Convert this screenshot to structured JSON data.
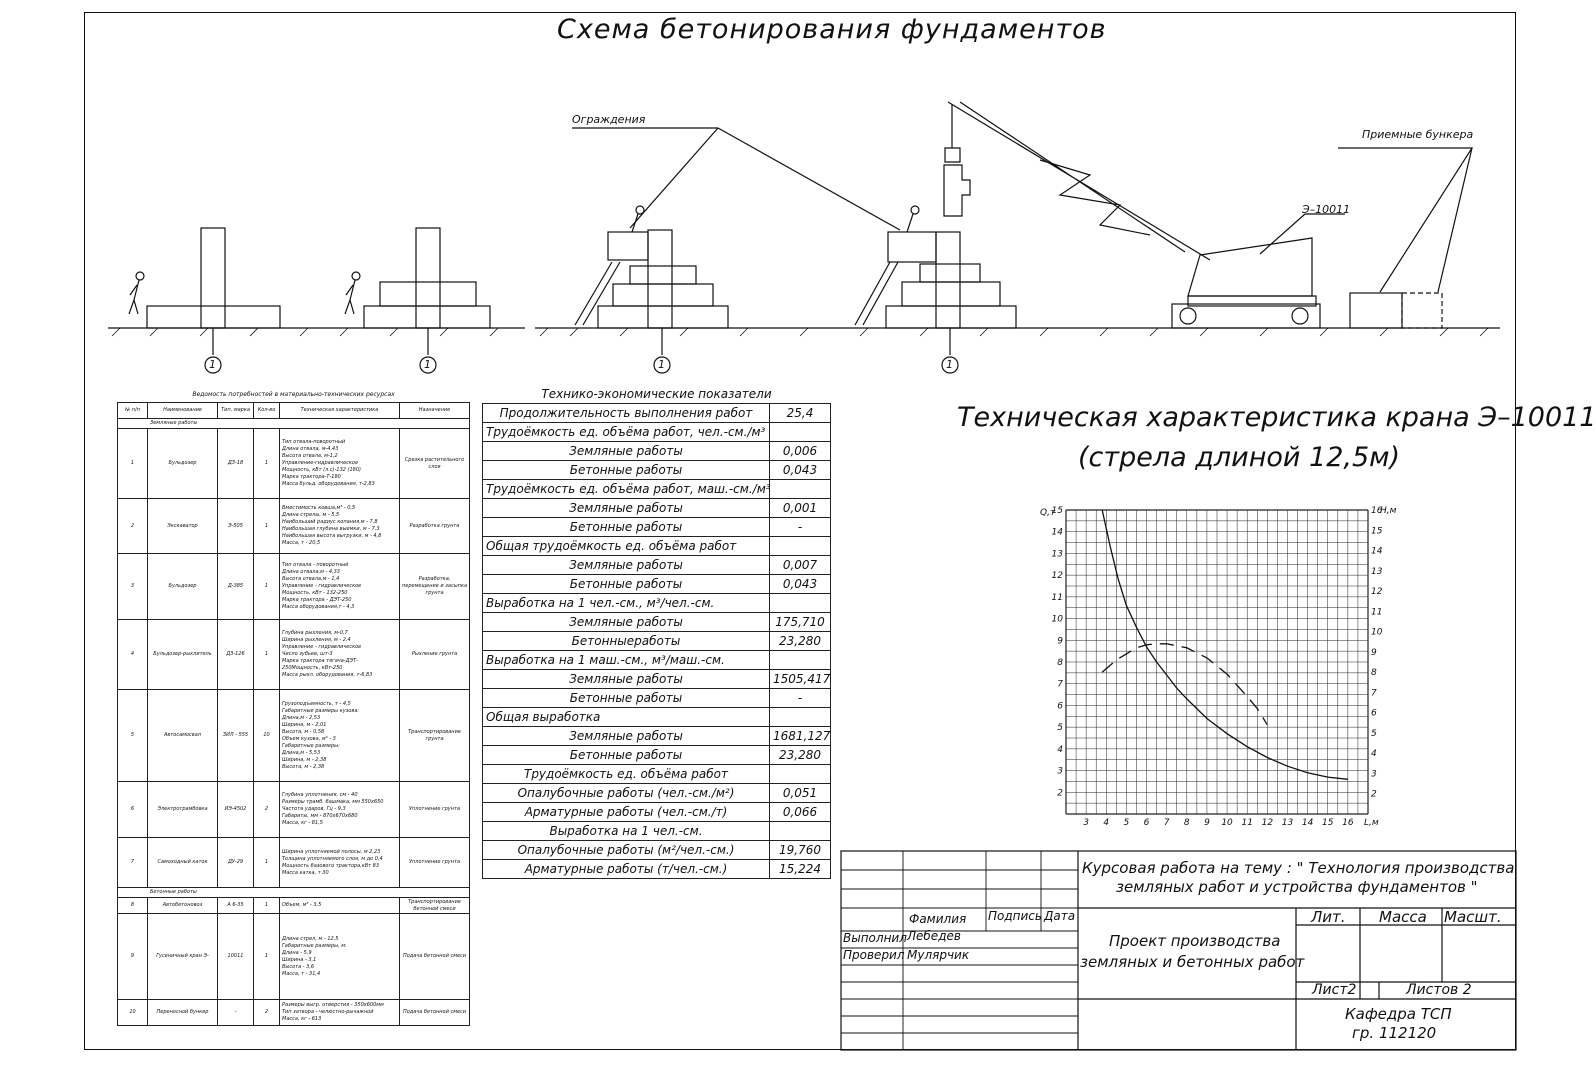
{
  "drawing": {
    "title": "Схема бетонирования фундаментов",
    "labels": {
      "fence": "Ограждения",
      "bunkers": "Приемные бункера",
      "excavator": "Э–10011"
    },
    "section_marks": [
      "1",
      "1",
      "1",
      "1"
    ]
  },
  "resources_table": {
    "caption": "Ведомость потребностей в материально-технических ресурсах",
    "headers": [
      "№ п/п",
      "Наименование",
      "Тип, марка",
      "Кол-во",
      "Техническая характеристика",
      "Назначение"
    ],
    "section_earth": "Земляные работы",
    "section_concrete": "Бетонные работы",
    "rows": [
      {
        "n": "1",
        "name": "Бульдозер",
        "type": "ДЗ-18",
        "qty": "1",
        "spec": [
          "Тип отвала-поворотный",
          "Длина отвала, м-4,43",
          "Высота отвала, м-1,2",
          "Управление-гидравлическое",
          "Мощность, кВт (л.с)-132 (180)",
          "Марка трактора-Т-180",
          "Масса бульд. оборудования, т-2,83"
        ],
        "purpose": "Срезка растительного слоя"
      },
      {
        "n": "2",
        "name": "Экскаватор",
        "type": "Э-505",
        "qty": "1",
        "spec": [
          "Вместимость ковша,м³ - 0,5",
          "Длина стрелы, м - 5,5",
          "Наибольший радиус копания,м - 7,8",
          "Наибольшая глубина выемки, м - 7,3",
          "Наибольшая высота выгрузки, м - 4,8",
          "Масса, т - 20,5"
        ],
        "purpose": "Разработка грунта"
      },
      {
        "n": "3",
        "name": "Бульдозер",
        "type": "Д-385",
        "qty": "1",
        "spec": [
          "Тип отвала - поворотный",
          "Длина отвала,м - 4,33",
          "Высота отвала,м - 1,4",
          "Управление - гидравлическое",
          "Мощность, кВт - 132-250",
          "Марка трактора - ДЭТ-250",
          "Масса оборудования,т - 4,3"
        ],
        "purpose": "Разработка, перемещение и засыпка грунта"
      },
      {
        "n": "4",
        "name": "Бульдозер-рыхлитель",
        "type": "ДЗ-126",
        "qty": "1",
        "spec": [
          "Глубина рыхления, м-0,7",
          "Ширина рыхления, м - 2,4",
          "Управление - гидравлическое",
          "Число зубьев, шт-3",
          "Марка трактора тягача-ДЭТ-",
          "250Мощность, кВт-250",
          "Масса рыхл. оборудования, т-6,83"
        ],
        "purpose": "Рыхление грунта"
      },
      {
        "n": "5",
        "name": "Автосамосвал",
        "type": "ЗИЛ - 555",
        "qty": "10",
        "spec": [
          "Грузоподъемность, т - 4,5",
          "Габаритные размеры кузова:",
          "Длина,м - 2,53",
          "Ширина, м - 2,01",
          "Высота, м - 0,58",
          "Объем кузова, м³ - 3",
          "Габаритные размеры:",
          "Длина,м - 5,53",
          "Ширина, м - 2,38",
          "Высота, м - 2,38"
        ],
        "purpose": "Транспортирование грунта"
      },
      {
        "n": "6",
        "name": "Электротрамбовка",
        "type": "ИЭ-4502",
        "qty": "2",
        "spec": [
          "Глубина уплотнения, см - 40",
          "Размеры трамб. башмака, мм 550х650",
          "Частота ударов, Гц - 9,3",
          "Габариты, мм - 870х670х680",
          "Масса, кг - 81,5"
        ],
        "purpose": "Уплотнение грунта"
      },
      {
        "n": "7",
        "name": "Самоходный каток",
        "type": "ДУ-29",
        "qty": "1",
        "spec": [
          "Ширина уплотняемой полосы, м 2,23",
          "Толщина уплотняемого слоя, м до 0,4",
          "Мощность базового трактора,кВт 83",
          "Масса катка, т 30"
        ],
        "purpose": "Уплотнение грунта"
      },
      {
        "n": "8",
        "name": "Автобетоновоз",
        "type": "А 6-35",
        "qty": "1",
        "spec": [
          "Объем, м³ - 3,5"
        ],
        "purpose": "Транспортирование бетонной смеси"
      },
      {
        "n": "9",
        "name": "Гусеничный кран Э-",
        "type": "10011",
        "qty": "1",
        "spec": [
          "Длина стрел, м - 12,5",
          "Габаритные размеры, м:",
          "Длина - 5,9",
          "Ширина - 3,1",
          "Высота - 3,6",
          "Масса, т - 31,4"
        ],
        "purpose": "Подача бетонной смеси"
      },
      {
        "n": "10",
        "name": "Переносной бункер",
        "type": "-",
        "qty": "2",
        "spec": [
          "Размеры выгр. отверстия - 350х600мм",
          "Тип затвора - челюстно-рычажной",
          "Масса, кг - 613"
        ],
        "purpose": "Подача бетонной смеси"
      }
    ]
  },
  "tep_table": {
    "title": "Технико-экономические показатели",
    "rows": [
      {
        "label": "Продолжительность выполнения работ",
        "value": "25,4",
        "style": "ind"
      },
      {
        "label": "Трудоёмкость ед. объёма работ, чел.-см./м³",
        "value": "",
        "style": "left"
      },
      {
        "label": "Земляные работы",
        "value": "0,006",
        "style": "ind"
      },
      {
        "label": "Бетонные работы",
        "value": "0,043",
        "style": "ind"
      },
      {
        "label": "Трудоёмкость ед. объёма работ, маш.-см./м³",
        "value": "",
        "style": "left"
      },
      {
        "label": "Земляные работы",
        "value": "0,001",
        "style": "ind"
      },
      {
        "label": "Бетонные работы",
        "value": "-",
        "style": "ind"
      },
      {
        "label": "Общая трудоёмкость ед. объёма работ",
        "value": "",
        "style": "left"
      },
      {
        "label": "Земляные работы",
        "value": "0,007",
        "style": "ind"
      },
      {
        "label": "Бетонные работы",
        "value": "0,043",
        "style": "ind"
      },
      {
        "label": "Выработка на 1 чел.-см.,   м³/чел.-см.",
        "value": "",
        "style": "left"
      },
      {
        "label": "Земляные работы",
        "value": "175,710",
        "style": "ind"
      },
      {
        "label": "Бетонныеработы",
        "value": "23,280",
        "style": "ind"
      },
      {
        "label": "Выработка на 1 маш.-см.,   м³/маш.-см.",
        "value": "",
        "style": "left"
      },
      {
        "label": "Земляные работы",
        "value": "1505,417",
        "style": "ind"
      },
      {
        "label": "Бетонные работы",
        "value": "-",
        "style": "ind"
      },
      {
        "label": "Общая выработка",
        "value": "",
        "style": "left"
      },
      {
        "label": "Земляные работы",
        "value": "1681,127",
        "style": "ind"
      },
      {
        "label": "Бетонные работы",
        "value": "23,280",
        "style": "ind"
      },
      {
        "label": "Трудоёмкость ед. объёма работ",
        "value": "",
        "style": "ind"
      },
      {
        "label": "Опалубочные работы (чел.-см./м²)",
        "value": "0,051",
        "style": "ind"
      },
      {
        "label": "Арматурные работы (чел.-см./т)",
        "value": "0,066",
        "style": "ind"
      },
      {
        "label": "Выработка на 1 чел.-см.",
        "value": "",
        "style": "ind"
      },
      {
        "label": "Опалубочные работы (м²/чел.-см.)",
        "value": "19,760",
        "style": "ind"
      },
      {
        "label": "Арматурные работы (т/чел.-см.)",
        "value": "15,224",
        "style": "ind"
      }
    ]
  },
  "crane_chart": {
    "title_line1": "Техническая характеристика крана Э–10011",
    "title_line2": "(стрела длиной 12,5м)",
    "y_left_label": "Q,т",
    "y_right_label": "H,м",
    "x_label": "L,м"
  },
  "chart_data": {
    "type": "line",
    "title": "Техническая характеристика крана Э–10011 (стрела длиной 12,5м)",
    "xlabel": "L,м",
    "ylabel": "Q,т",
    "y2label": "H,м",
    "xlim": [
      2,
      17
    ],
    "ylim": [
      1,
      15
    ],
    "y2lim": [
      1,
      16
    ],
    "x_ticks": [
      3,
      4,
      5,
      6,
      7,
      8,
      9,
      10,
      11,
      12,
      13,
      14,
      15,
      16
    ],
    "y_ticks": [
      2,
      3,
      4,
      5,
      6,
      7,
      8,
      9,
      10,
      11,
      12,
      13,
      14,
      15
    ],
    "y2_ticks": [
      2,
      3,
      4,
      5,
      6,
      7,
      8,
      9,
      10,
      11,
      12,
      13,
      14,
      15,
      16
    ],
    "grid": true,
    "series": [
      {
        "axis": "left",
        "style": "solid",
        "x": [
          3.8,
          4.2,
          4.6,
          5.0,
          5.5,
          6.0,
          6.5,
          7.0,
          7.5,
          8.0,
          9.0,
          10.0,
          11.0,
          12.0,
          13.0,
          14.0,
          15.0,
          16.0
        ],
        "y": [
          15,
          13.3,
          11.8,
          10.6,
          9.6,
          8.7,
          8.0,
          7.4,
          6.8,
          6.3,
          5.4,
          4.7,
          4.1,
          3.6,
          3.2,
          2.9,
          2.7,
          2.6
        ]
      },
      {
        "axis": "right",
        "style": "dashed",
        "x": [
          3.8,
          4.5,
          5.0,
          5.5,
          6.0,
          6.5,
          7.0,
          7.5,
          8.0,
          9.0,
          10.0,
          11.0,
          11.5,
          12.0
        ],
        "y": [
          8.0,
          8.6,
          8.9,
          9.2,
          9.35,
          9.4,
          9.4,
          9.3,
          9.2,
          8.7,
          7.9,
          6.8,
          6.2,
          5.4
        ]
      }
    ]
  },
  "title_block": {
    "course_line1": "Курсовая работа на тему : \" Технология производства",
    "course_line2": "земляных работ и устройства фундаментов \"",
    "project_line1": "Проект производства",
    "project_line2": "земляных и бетонных работ",
    "col_surname": "Фамилия",
    "col_signature": "Подпись",
    "col_date": "Дата",
    "row_done": "Выполнил",
    "row_done_name": "Лебедев",
    "row_checked": "Проверил",
    "row_checked_name": "Мулярчик",
    "lit": "Лит.",
    "mass": "Масса",
    "scale": "Масшт.",
    "sheet": "Лист2",
    "sheets": "Листов 2",
    "dept_line1": "Кафедра ТСП",
    "dept_line2": "гр. 112120"
  }
}
